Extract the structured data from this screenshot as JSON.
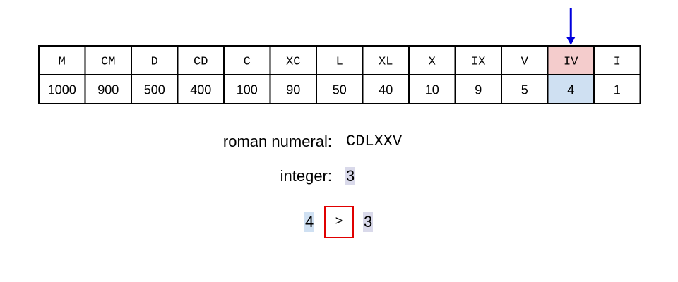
{
  "table": {
    "symbols": [
      "M",
      "CM",
      "D",
      "CD",
      "C",
      "XC",
      "L",
      "XL",
      "X",
      "IX",
      "V",
      "IV",
      "I"
    ],
    "values": [
      "1000",
      "900",
      "500",
      "400",
      "100",
      "90",
      "50",
      "40",
      "10",
      "9",
      "5",
      "4",
      "1"
    ],
    "highlight_index": 11,
    "colors": {
      "border": "#000000",
      "symbol_highlight": "#f4cccc",
      "value_highlight": "#cfe0f2",
      "pointer_arrow": "#0000dd"
    }
  },
  "roman_numeral": {
    "label": "roman numeral:",
    "value": "CDLXXV"
  },
  "integer": {
    "label": "integer:",
    "value": "3",
    "highlight_color": "#d9d9ea"
  },
  "comparison": {
    "left": "4",
    "operator": ">",
    "right": "3",
    "operator_border_color": "#e00000"
  }
}
